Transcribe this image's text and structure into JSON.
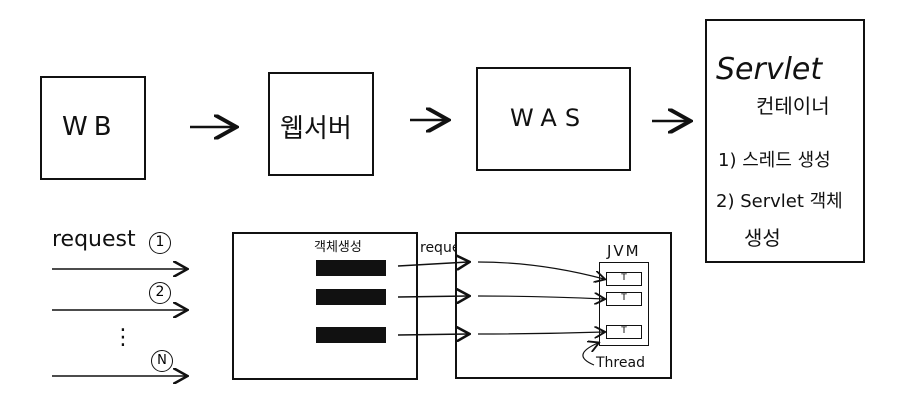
{
  "top_flow": {
    "wb": "WB",
    "webserver": "웹서버",
    "was": "WAS"
  },
  "servlet_container": {
    "title": "Servlet",
    "subtitle": "컨테이너",
    "step1": "1) 스레드 생성",
    "step2": "2) Servlet 객체",
    "step2_cont": "생성"
  },
  "requests": {
    "label": "request",
    "num1": "1",
    "num2": "2",
    "dots": "⋮",
    "numN": "N"
  },
  "middle_box": {
    "object_creation": "객체생성",
    "request_label": "request"
  },
  "jvm": {
    "title": "JVM",
    "thread_item": "T",
    "thread_label": "Thread"
  }
}
